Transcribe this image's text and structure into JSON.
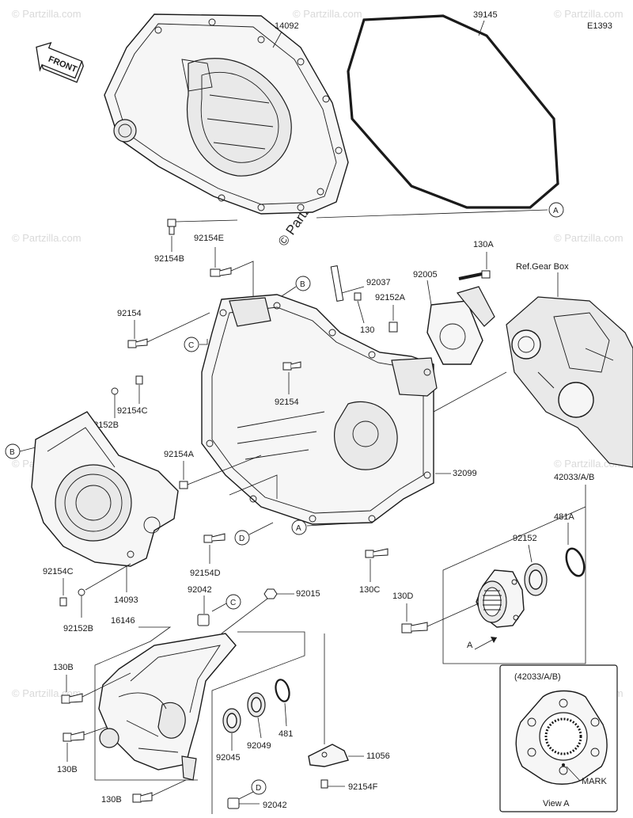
{
  "diagram": {
    "code": "E1393",
    "front_label": "FRONT",
    "watermark": "© Partzilla.com",
    "watermark_repeat": "© Partzilla.com",
    "ref_label": "Ref.Gear Box",
    "view_label": "View A",
    "view_header": "(42033/A/B)",
    "mark_label": "MARK",
    "view_arrow_label": "A"
  },
  "parts": {
    "p14092": "14092",
    "p39145": "39145",
    "p92154B": "92154B",
    "p92154E": "92154E",
    "p130A": "130A",
    "p92005": "92005",
    "p92037": "92037",
    "p92152A": "92152A",
    "p130": "130",
    "p92154_a": "92154",
    "p92154_b": "92154",
    "p92154C_a": "92154C",
    "p92152B_a": "92152B",
    "p92154A": "92154A",
    "p32099": "32099",
    "p42033": "42033/A/B",
    "p481A": "481A",
    "p92152": "92152",
    "p92154D": "92154D",
    "p130C": "130C",
    "p130D": "130D",
    "p92154C_b": "92154C",
    "p14093": "14093",
    "p92152B_b": "92152B",
    "p92042_a": "92042",
    "p92015": "92015",
    "p16146": "16146",
    "p130B_a": "130B",
    "p130B_b": "130B",
    "p130B_c": "130B",
    "p92045": "92045",
    "p92049": "92049",
    "p481": "481",
    "p11056": "11056",
    "p92154F": "92154F",
    "p92042_b": "92042"
  },
  "callouts": {
    "A1": "A",
    "A2": "A",
    "B1": "B",
    "B2": "B",
    "C1": "C",
    "C2": "C",
    "D1": "D",
    "D2": "D"
  }
}
